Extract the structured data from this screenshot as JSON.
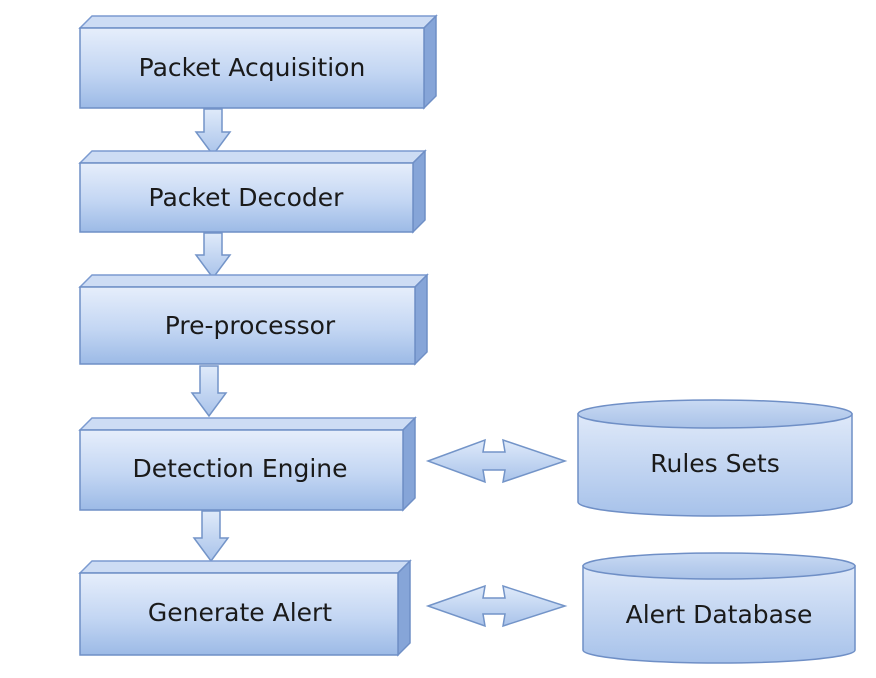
{
  "steps": [
    {
      "label": "Packet Acquisition"
    },
    {
      "label": "Packet Decoder"
    },
    {
      "label": "Pre-processor"
    },
    {
      "label": "Detection Engine"
    },
    {
      "label": "Generate Alert"
    }
  ],
  "stores": [
    {
      "label": "Rules Sets",
      "linked_step": "Detection Engine"
    },
    {
      "label": "Alert Database",
      "linked_step": "Generate Alert"
    }
  ],
  "colors": {
    "box_fill_top": "#e3edfb",
    "box_fill_bottom": "#9dbbe6",
    "box_border": "#6e8fc4",
    "box_side": "#7f9fd3",
    "arrow_fill": "#bcd2f1",
    "arrow_border": "#7394c8"
  }
}
